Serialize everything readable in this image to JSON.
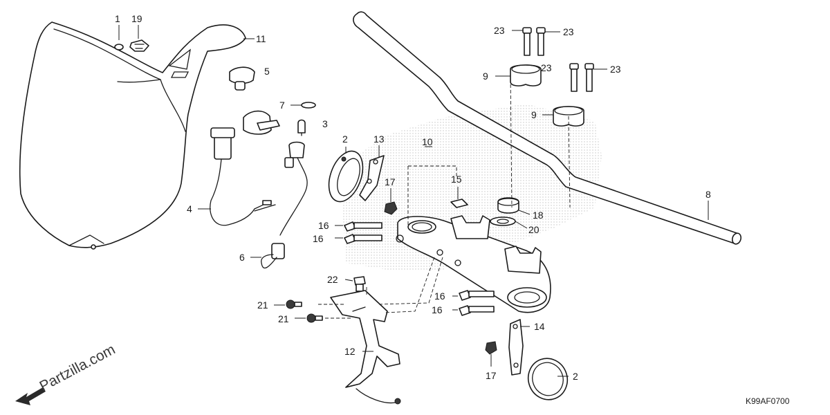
{
  "diagram": {
    "code": "K99AF0700",
    "watermark": "Partzilla.com",
    "callouts": [
      {
        "id": "c1",
        "label": "1"
      },
      {
        "id": "c19",
        "label": "19"
      },
      {
        "id": "c11",
        "label": "11"
      },
      {
        "id": "c5",
        "label": "5"
      },
      {
        "id": "c7",
        "label": "7"
      },
      {
        "id": "c3",
        "label": "3"
      },
      {
        "id": "c4",
        "label": "4"
      },
      {
        "id": "c6",
        "label": "6"
      },
      {
        "id": "c2a",
        "label": "2"
      },
      {
        "id": "c13",
        "label": "13"
      },
      {
        "id": "c17a",
        "label": "17"
      },
      {
        "id": "c10",
        "label": "10"
      },
      {
        "id": "c15",
        "label": "15"
      },
      {
        "id": "c16a",
        "label": "16"
      },
      {
        "id": "c16b",
        "label": "16"
      },
      {
        "id": "c22",
        "label": "22"
      },
      {
        "id": "c21a",
        "label": "21"
      },
      {
        "id": "c21b",
        "label": "21"
      },
      {
        "id": "c12",
        "label": "12"
      },
      {
        "id": "c16c",
        "label": "16"
      },
      {
        "id": "c16d",
        "label": "16"
      },
      {
        "id": "c14",
        "label": "14"
      },
      {
        "id": "c17b",
        "label": "17"
      },
      {
        "id": "c2b",
        "label": "2"
      },
      {
        "id": "c8",
        "label": "8"
      },
      {
        "id": "c18",
        "label": "18"
      },
      {
        "id": "c20",
        "label": "20"
      },
      {
        "id": "c23a",
        "label": "23"
      },
      {
        "id": "c23b",
        "label": "23"
      },
      {
        "id": "c9a",
        "label": "9"
      },
      {
        "id": "c23c",
        "label": "23"
      },
      {
        "id": "c23d",
        "label": "23"
      },
      {
        "id": "c9b",
        "label": "9"
      }
    ]
  }
}
